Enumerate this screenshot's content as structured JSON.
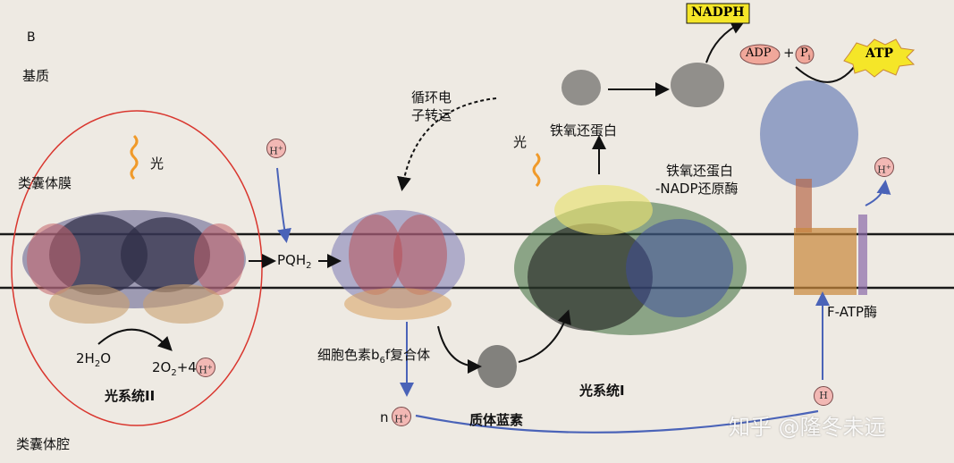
{
  "panel_letter": "B",
  "regions": {
    "stroma": "基质",
    "lumen": "类囊体腔",
    "membrane": "类囊体膜"
  },
  "light_label": "光",
  "cyclic_label_line1": "循环电",
  "cyclic_label_line2": "子转运",
  "complexes": {
    "ps2": "光系统II",
    "cytb6f_prefix": "细胞色素b",
    "cytb6f_sub": "6",
    "cytb6f_suffix": "f复合体",
    "ps1": "光系统I",
    "fatp": "F-ATP酶",
    "ferredoxin": "铁氧还蛋白",
    "fnr_line1": "铁氧还蛋白",
    "fnr_line2": "-NADP还原酶",
    "plastocyanin": "质体蓝素"
  },
  "molecules": {
    "pqh2_prefix": "PQH",
    "pqh2_sub": "2",
    "water": "2H",
    "water_sub": "2",
    "water_suffix": "O",
    "oxygen": "2O",
    "oxygen_sub": "2",
    "oxygen_suffix": "+4",
    "h": "H",
    "h_sup": "+",
    "n_prefix": "n",
    "nadph": "NADPH",
    "adp": "ADP",
    "plus": "+",
    "pi": "P",
    "pi_sub": "i",
    "atp": "ATP"
  },
  "watermark": "知乎 @隆冬未远",
  "colors": {
    "background": "#eeeae3",
    "membrane_line": "#1a1a1a",
    "arrow_blue": "#4a63b8",
    "circle": "#d9362e",
    "h_ball": "#f2b8b4",
    "nadph_box": "#f5e628",
    "atp_star": "#f5e628",
    "adp_ellipse": "#f0a79a"
  }
}
